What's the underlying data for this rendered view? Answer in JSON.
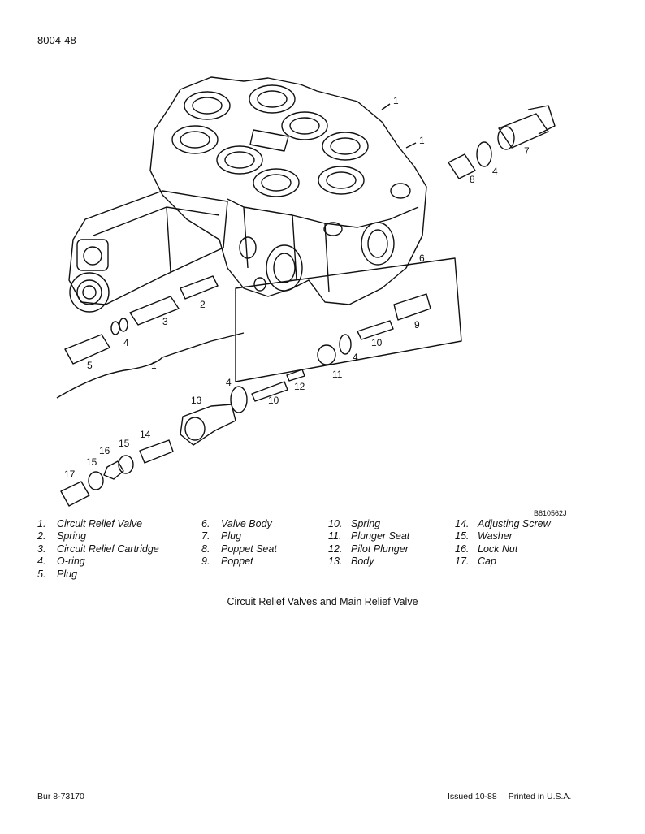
{
  "page_id": "8004-48",
  "figure": {
    "code": "B810562J",
    "callouts": [
      "1",
      "1",
      "7",
      "8",
      "4",
      "6",
      "2",
      "3",
      "4",
      "5",
      "1",
      "9",
      "10",
      "4",
      "11",
      "4",
      "12",
      "10",
      "13",
      "14",
      "15",
      "16",
      "15",
      "17"
    ]
  },
  "legend": [
    {
      "num": "1.",
      "text": "Circuit Relief Valve"
    },
    {
      "num": "2.",
      "text": "Spring"
    },
    {
      "num": "3.",
      "text": "Circuit Relief Cartridge"
    },
    {
      "num": "4.",
      "text": "O-ring"
    },
    {
      "num": "5.",
      "text": "Plug"
    },
    {
      "num": "6.",
      "text": "Valve Body"
    },
    {
      "num": "7.",
      "text": "Plug"
    },
    {
      "num": "8.",
      "text": "Poppet Seat"
    },
    {
      "num": "9.",
      "text": "Poppet"
    },
    {
      "num": "10.",
      "text": "Spring"
    },
    {
      "num": "11.",
      "text": "Plunger Seat"
    },
    {
      "num": "12.",
      "text": "Pilot Plunger"
    },
    {
      "num": "13.",
      "text": "Body"
    },
    {
      "num": "14.",
      "text": "Adjusting Screw"
    },
    {
      "num": "15.",
      "text": "Washer"
    },
    {
      "num": "16.",
      "text": "Lock Nut"
    },
    {
      "num": "17.",
      "text": "Cap"
    }
  ],
  "caption": "Circuit Relief Valves and Main Relief Valve",
  "footer": {
    "left": "Bur 8-73170",
    "issued": "Issued 10-88",
    "printed": "Printed in U.S.A."
  }
}
